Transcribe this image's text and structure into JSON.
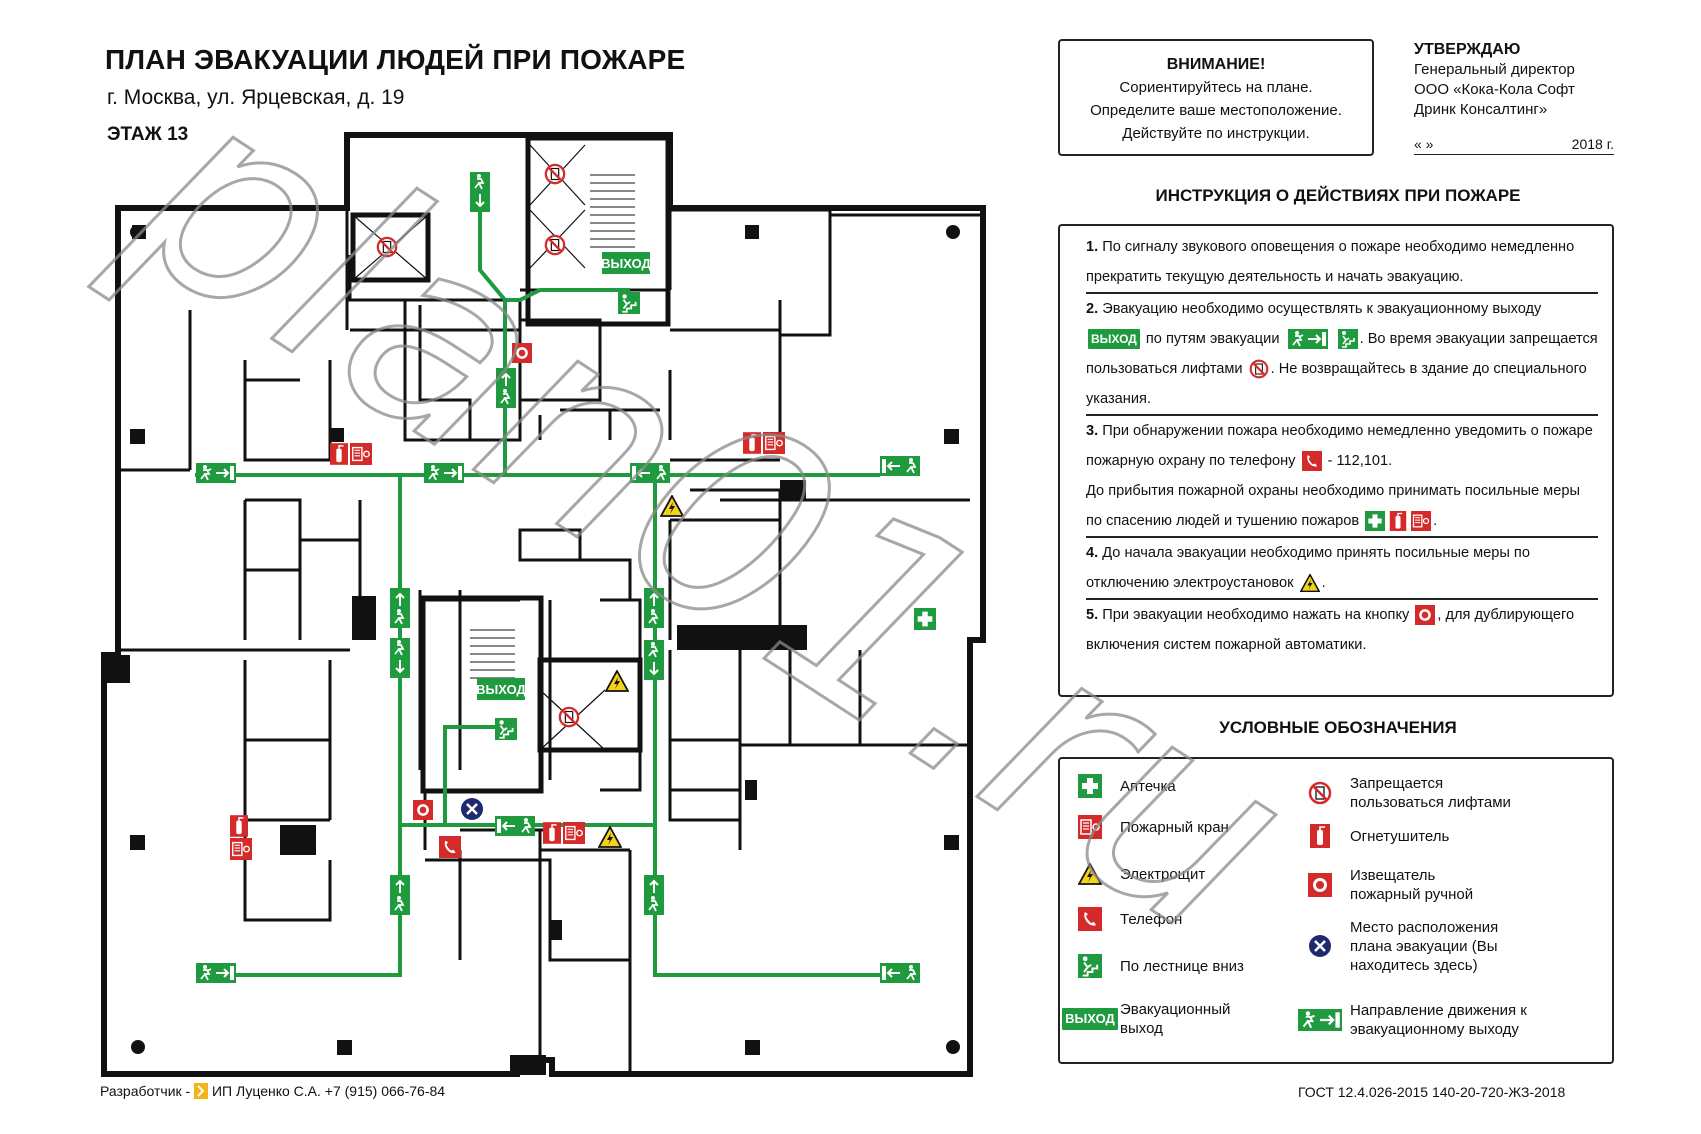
{
  "header": {
    "title": "ПЛАН ЭВАКУАЦИИ ЛЮДЕЙ ПРИ ПОЖАРЕ",
    "address": "г. Москва, ул. Ярцевская, д. 19",
    "floor": "ЭТАЖ 13"
  },
  "attention": {
    "heading": "ВНИМАНИЕ!",
    "lines": [
      "Сориентируйтесь на плане.",
      "Определите ваше местоположение.",
      "Действуйте по инструкции."
    ]
  },
  "approval": {
    "heading": "УТВЕРЖДАЮ",
    "lines": [
      "Генеральный директор",
      "ООО «Кока-Кола Софт",
      "Дринк Консалтинг»"
    ],
    "date_left": "«      »",
    "date_right": "2018 г."
  },
  "plan_labels": {
    "exit_top": "ВЫХОД",
    "exit_center": "ВЫХОД"
  },
  "instructions": {
    "title": "ИНСТРУКЦИЯ О ДЕЙСТВИЯХ ПРИ ПОЖАРЕ",
    "items": [
      {
        "num": "1.",
        "text": "По сигналу звукового оповещения о пожаре необходимо немедленно прекратить текущую деятельность и начать эвакуацию."
      },
      {
        "num": "2.",
        "a": "Эвакуацию необходимо осуществлять к эвакуационному выходу",
        "exit": "ВЫХОД",
        "b": "по путям эвакуации",
        "c": ". Во время эвакуации запрещается пользоваться лифтами",
        "d": ". Не возвращайтесь в здание до специального указания."
      },
      {
        "num": "3.",
        "a": "При обнаружении пожара необходимо немедленно уведомить о пожаре пожарную охрану по телефону",
        "b": "- 112,101.",
        "c": "До прибытия пожарной охраны необходимо принимать посильные меры по спасению людей и тушению пожаров",
        "d": "."
      },
      {
        "num": "4.",
        "a": "До начала эвакуации необходимо принять посильные меры по отключению электроустановок",
        "b": "."
      },
      {
        "num": "5.",
        "a": "При эвакуации необходимо нажать на кнопку",
        "b": ", для дублирующего включения систем пожарной автоматики."
      }
    ]
  },
  "legend": {
    "title": "УСЛОВНЫЕ ОБОЗНАЧЕНИЯ",
    "left": [
      {
        "icon": "first-aid-icon",
        "label": "Аптечка"
      },
      {
        "icon": "fire-hose-icon",
        "label": "Пожарный кран"
      },
      {
        "icon": "electric-hazard-icon",
        "label": "Электрощит"
      },
      {
        "icon": "phone-icon",
        "label": "Телефон"
      },
      {
        "icon": "stairs-down-icon",
        "label": "По лестнице вниз"
      },
      {
        "icon": "exit-sign-icon",
        "label": "Эвакуационный выход",
        "badge": "ВЫХОД"
      }
    ],
    "right": [
      {
        "icon": "no-elevator-icon",
        "label": "Запрещается пользоваться лифтами"
      },
      {
        "icon": "extinguisher-icon",
        "label": "Огнетушитель"
      },
      {
        "icon": "fire-alarm-button-icon",
        "label": "Извещатель пожарный ручной"
      },
      {
        "icon": "you-are-here-icon",
        "label": "Место расположения плана эвакуации (Вы находитесь здесь)"
      },
      {
        "icon": "evacuation-direction-icon",
        "label": "Направление движения к эвакуационному выходу"
      }
    ]
  },
  "footer": {
    "developer": "Разработчик -",
    "developer_name": "ИП Луценко С.А. +7 (915) 066-76-84",
    "standard": "ГОСТ 12.4.026-2015 140-20-720-ЖЗ-2018"
  },
  "watermark": "plan01.ru",
  "colors": {
    "green": "#1f9a3e",
    "red": "#d42a2a",
    "yellow": "#f3d21a",
    "navy": "#1e2a6e",
    "wall": "#111111"
  }
}
